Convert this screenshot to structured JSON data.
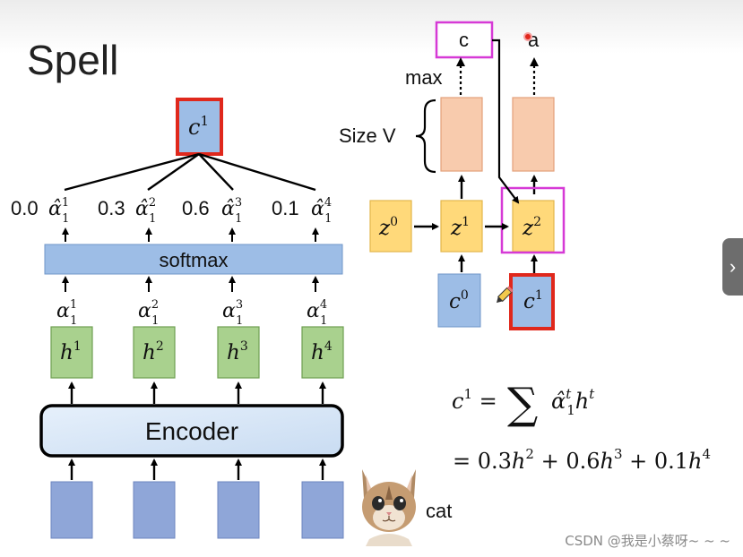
{
  "slide": {
    "title": "Spell"
  },
  "left": {
    "context_label": "c",
    "context_sup": "1",
    "weights": [
      "0.0",
      "0.3",
      "0.6",
      "0.1"
    ],
    "alpha_hat_sups": [
      "1",
      "2",
      "3",
      "4"
    ],
    "alpha_hat_sub": "1",
    "softmax_label": "softmax",
    "alpha_sups": [
      "1",
      "2",
      "3",
      "4"
    ],
    "alpha_sub": "1",
    "hidden_sups": [
      "1",
      "2",
      "3",
      "4"
    ],
    "encoder_label": "Encoder",
    "input_label": "cat"
  },
  "right": {
    "output_c": "c",
    "output_a": "a",
    "max_label": "max",
    "size_label": "Size V",
    "z_sups": [
      "0",
      "1",
      "2"
    ],
    "c_sups": [
      "0",
      "1"
    ]
  },
  "equation": {
    "line1_lhs_sup": "1",
    "line1_rhs": "α̂",
    "line1_rhs_sub": "1",
    "line1_rhs_sup": "t",
    "line1_h_sup": "t",
    "line2_terms": [
      {
        "coef": "0.3",
        "sup": "2"
      },
      {
        "coef": "0.6",
        "sup": "3"
      },
      {
        "coef": "0.1",
        "sup": "4"
      }
    ]
  },
  "ui": {
    "side_arrow": "›",
    "watermark": "CSDN @我是小蔡呀~ ~ ~"
  },
  "colors": {
    "blue_fill": "#9dbde6",
    "blue_stroke": "#7096c8",
    "green_fill": "#a9d18e",
    "green_stroke": "#6f9f52",
    "orange_fill": "#f8cbad",
    "orange_stroke": "#e3a07a",
    "yellow_fill": "#ffd97a",
    "yellow_stroke": "#e2b64a",
    "input_fill": "#8fa6d8",
    "highlight_red": "#e0281c",
    "highlight_magenta": "#d63ad6"
  }
}
